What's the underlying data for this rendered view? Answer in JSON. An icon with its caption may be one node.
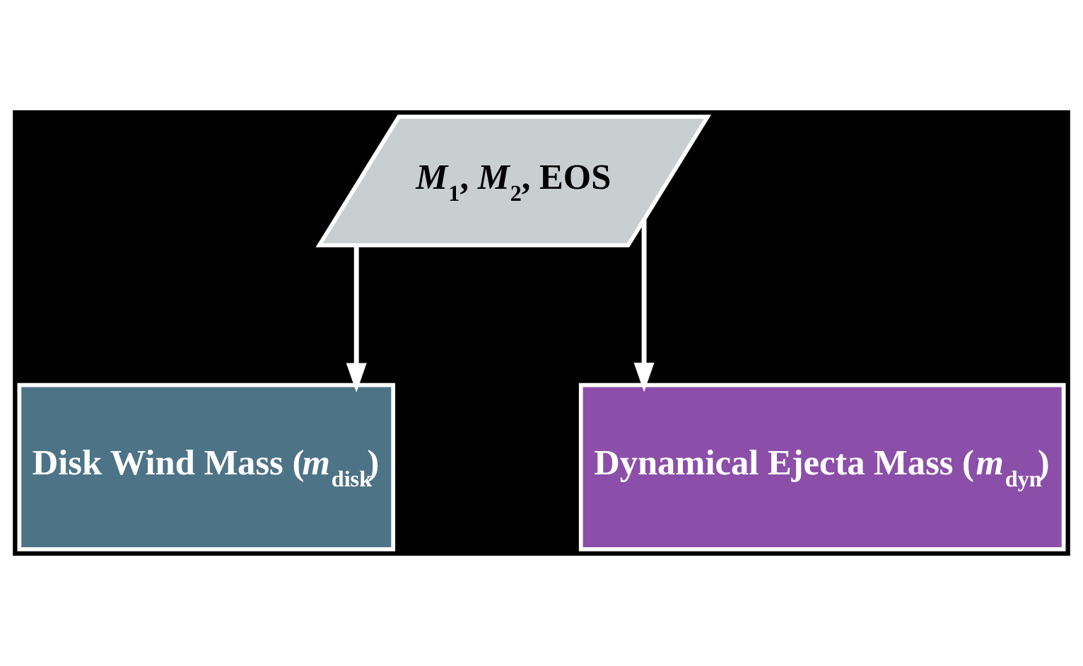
{
  "diagram": {
    "nodes": [
      {
        "text": [
          "*M*$_{1}$, *M*$_{2}$, EOS"
        ]
      },
      {
        "text": [
          "Disk Wind Mass (*m*$_{disk}$)"
        ]
      },
      {
        "text": [
          "Dynamical Ejecta Mass (*m*$_{dyn}$)"
        ]
      }
    ],
    "edges": [
      {
        "from": 0,
        "to": 1,
        "arrow": "to"
      },
      {
        "from": 0,
        "to": 2,
        "arrow": "to"
      }
    ]
  }
}
